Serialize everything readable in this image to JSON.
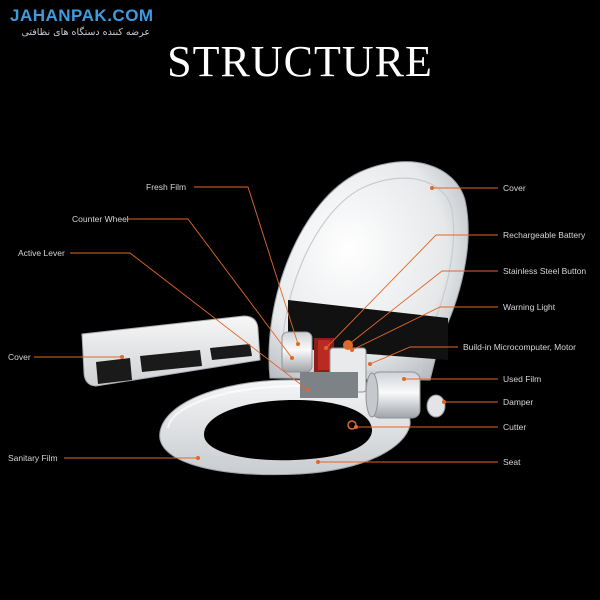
{
  "brand": {
    "name": "JAHANPAK.COM",
    "tagline": "عرضه کننده دستگاه های نظافتی"
  },
  "title": "STRUCTURE",
  "colors": {
    "leader": "#e0682a",
    "label": "#d6d6d6",
    "brand": "#3d9be0",
    "background": "#000000"
  },
  "labels": {
    "fresh_film": "Fresh Film",
    "counter_wheel": "Counter Wheel",
    "active_lever": "Active Lever",
    "cover_left": "Cover",
    "sanitary_film": "Sanitary Film",
    "cover_right": "Cover",
    "rechargeable_battery": "Rechargeable Battery",
    "stainless_steel_button": "Stainless Steel Button",
    "warning_light": "Warning Light",
    "microcomputer_motor": "Build-in Microcomputer, Motor",
    "used_film": "Used Film",
    "damper": "Damper",
    "cutter": "Cutter",
    "seat": "Seat"
  }
}
